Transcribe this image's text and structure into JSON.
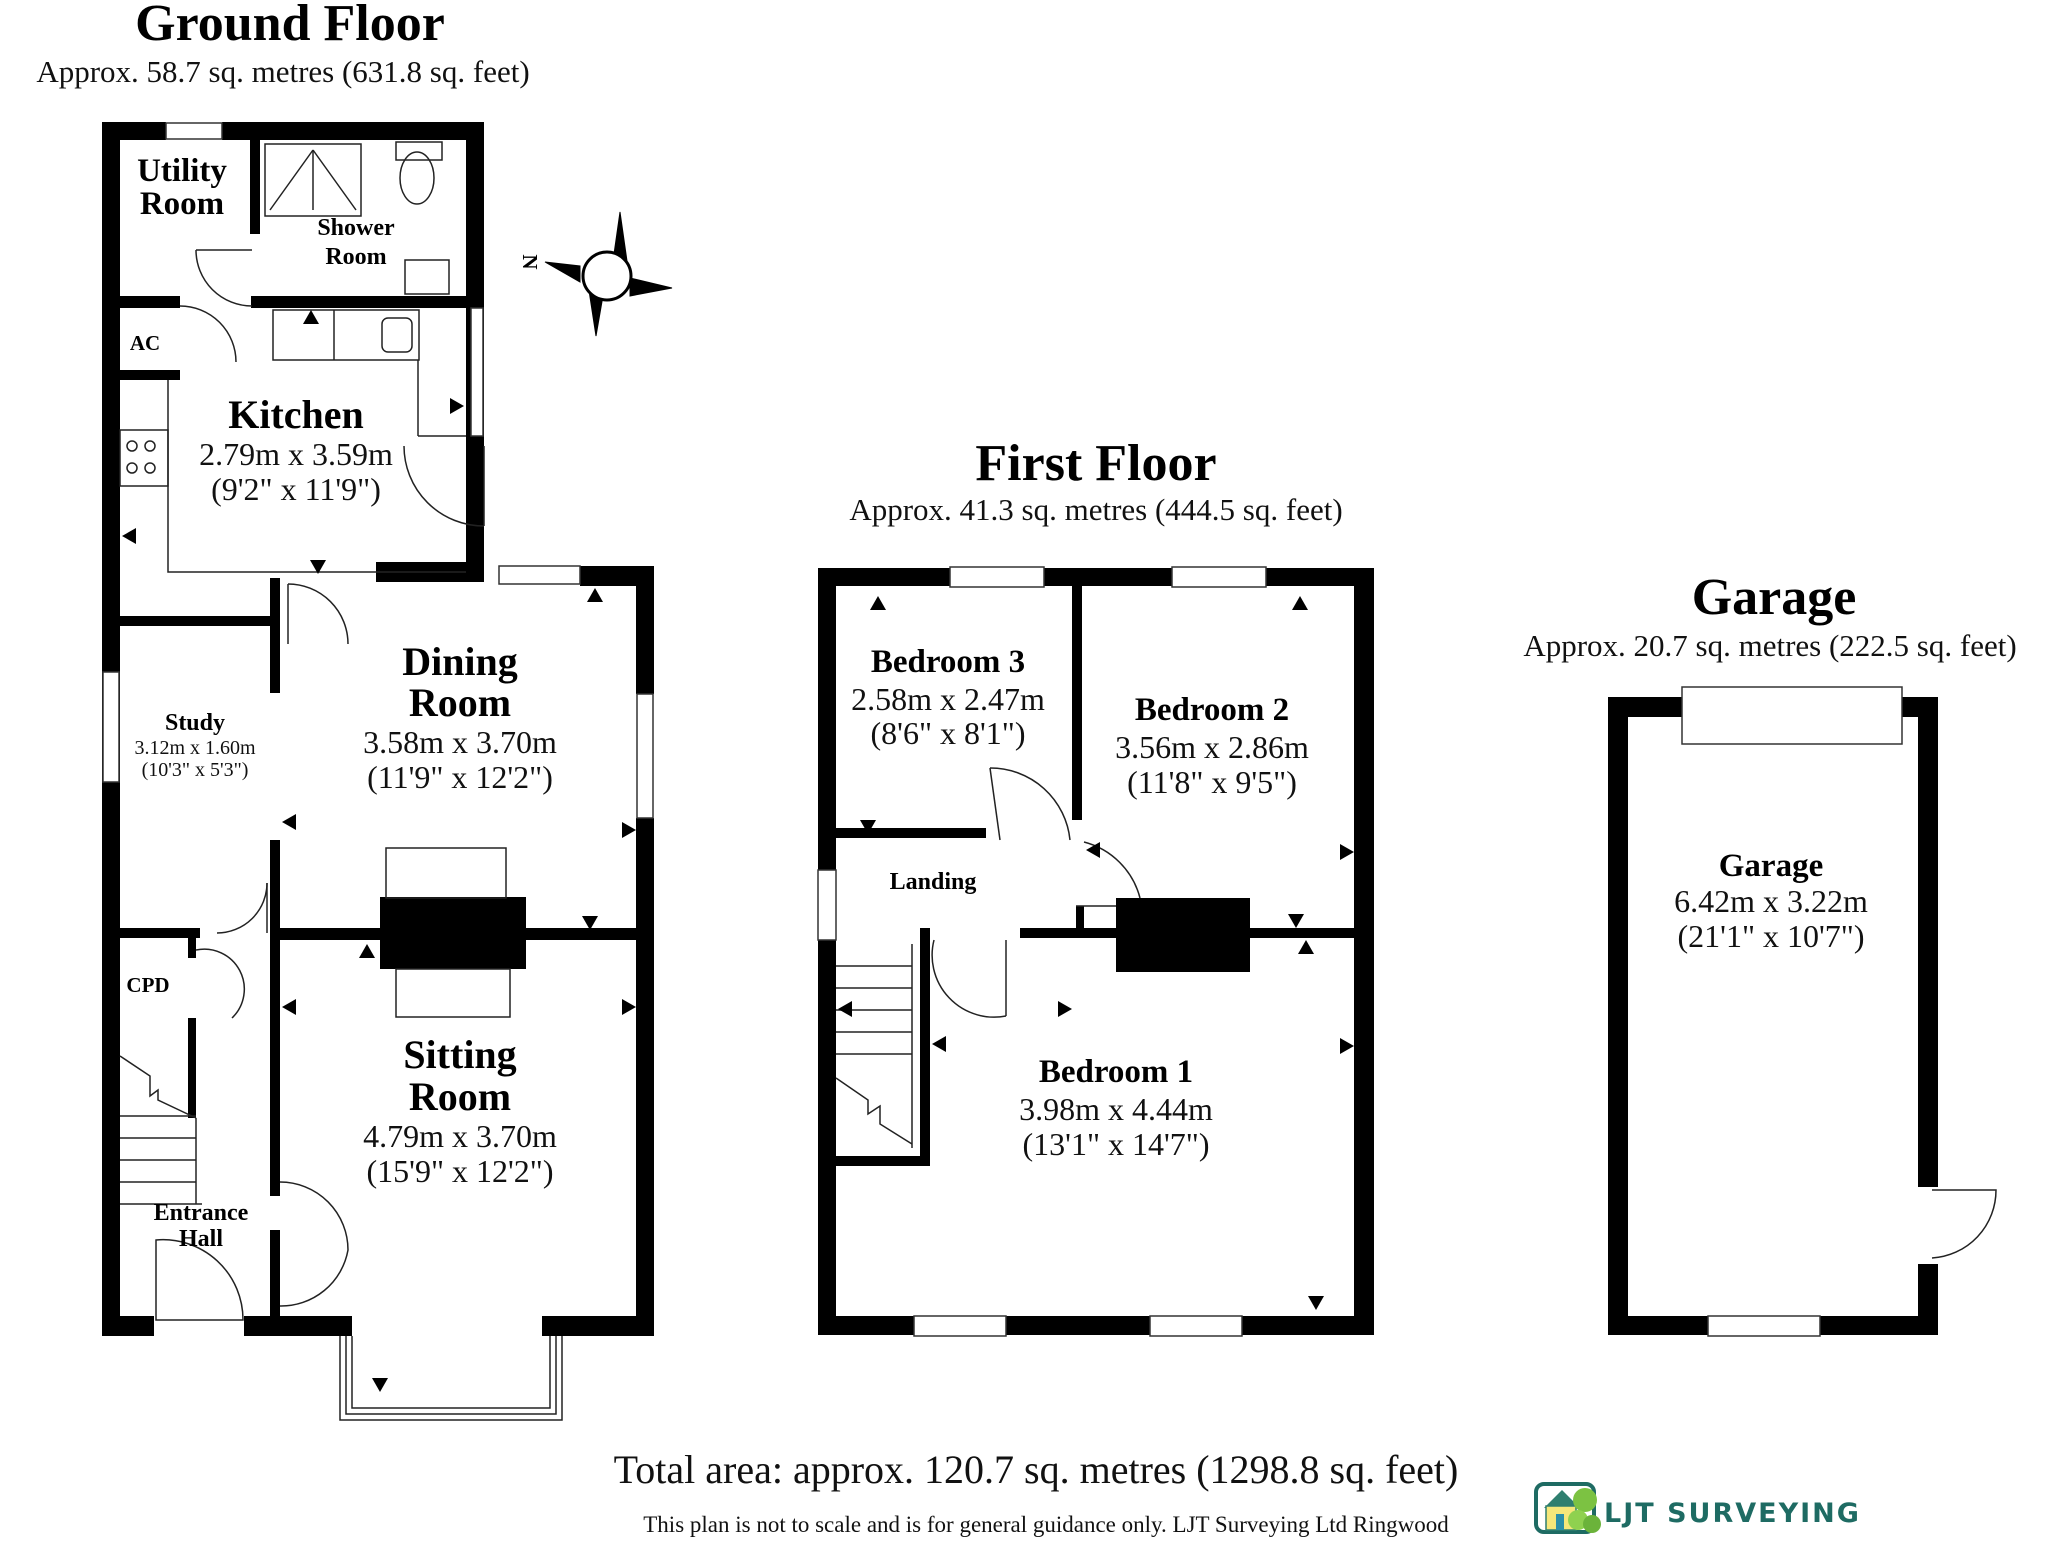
{
  "floors": {
    "ground": {
      "title": "Ground Floor",
      "area": "Approx. 58.7 sq. metres (631.8 sq. feet)",
      "rooms": {
        "utility": {
          "line1": "Utility",
          "line2": "Room"
        },
        "shower": {
          "line1": "Shower",
          "line2": "Room"
        },
        "ac": {
          "name": "AC"
        },
        "kitchen": {
          "name": "Kitchen",
          "metric": "2.79m x 3.59m",
          "imperial": "(9'2\" x 11'9\")"
        },
        "dining": {
          "line1": "Dining",
          "line2": "Room",
          "metric": "3.58m x 3.70m",
          "imperial": "(11'9\" x 12'2\")"
        },
        "study": {
          "name": "Study",
          "metric": "3.12m x 1.60m",
          "imperial": "(10'3\" x 5'3\")"
        },
        "cpd": {
          "name": "CPD"
        },
        "sitting": {
          "line1": "Sitting",
          "line2": "Room",
          "metric": "4.79m x 3.70m",
          "imperial": "(15'9\" x 12'2\")"
        },
        "entrance": {
          "line1": "Entrance",
          "line2": "Hall"
        }
      }
    },
    "first": {
      "title": "First Floor",
      "area": "Approx. 41.3 sq. metres (444.5 sq. feet)",
      "rooms": {
        "bedroom3": {
          "name": "Bedroom 3",
          "metric": "2.58m x 2.47m",
          "imperial": "(8'6\" x 8'1\")"
        },
        "bedroom2": {
          "name": "Bedroom 2",
          "metric": "3.56m x 2.86m",
          "imperial": "(11'8\" x 9'5\")"
        },
        "landing": {
          "name": "Landing"
        },
        "bedroom1": {
          "name": "Bedroom 1",
          "metric": "3.98m x 4.44m",
          "imperial": "(13'1\" x 14'7\")"
        }
      }
    },
    "garage": {
      "title": "Garage",
      "area": "Approx. 20.7 sq. metres (222.5 sq. feet)",
      "rooms": {
        "garage": {
          "name": "Garage",
          "metric": "6.42m x 3.22m",
          "imperial": "(21'1\" x 10'7\")"
        }
      }
    }
  },
  "compass": {
    "north_label": "N"
  },
  "footer": {
    "total_area": "Total area: approx. 120.7 sq. metres (1298.8 sq. feet)",
    "disclaimer": "This plan is not to scale and is for general guidance only. LJT Surveying Ltd Ringwood",
    "brand": "LJT SURVEYING",
    "brand_color": "#1e6b63"
  }
}
